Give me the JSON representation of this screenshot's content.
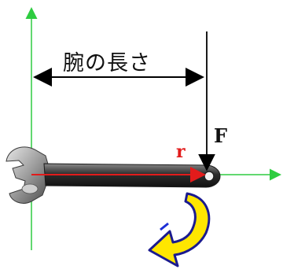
{
  "labels": {
    "arm_length": "腕の長さ",
    "force": "F",
    "position_vector": "r"
  },
  "colors": {
    "axis": "#2ecc40",
    "r_vector": "#e21b1b",
    "rotation_fill": "#ffe600",
    "rotation_stroke": "#1b1b8f",
    "arrows": "#000000",
    "z_axis": "#1d2fd6"
  },
  "icons": {
    "tool": "wrench-icon",
    "rotation": "curved-arrow-icon"
  }
}
